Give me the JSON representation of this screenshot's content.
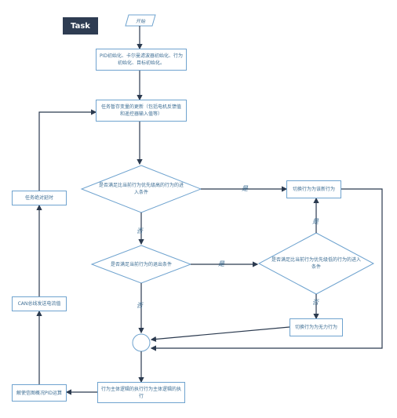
{
  "title": "Task",
  "nodes": {
    "start": "开始",
    "init": "PID初始化、卡尔曼滤波器初始化、行为初始化、目标初始化。",
    "update": "任务暂存变量的更新（包括电机反馈值和遥控器输入值等）",
    "decision_high": "是否满足比当前行为优先级高的行为的进入条件",
    "switch_high": "切换行为为该新行为",
    "decision_exit": "是否满足当前行为的退出条件",
    "decision_low": "是否满足比当前行为优先级低的行为的进入条件",
    "switch_idle": "切换行为为无力行为",
    "execute": "行为主体逻辑的执行行为主体逻辑的执行",
    "pid": "解使信图概况PID运算",
    "can": "CAN总线发送电流值",
    "delay": "任务绝对延时"
  },
  "edge_labels": {
    "yes_high": "是",
    "no_high": "否",
    "yes_exit": "是",
    "no_exit": "否",
    "yes_low": "是",
    "no_low": "否"
  },
  "colors": {
    "line": "#2b3a4f",
    "box_border": "#6fa3cf",
    "text": "#3f6f95",
    "badge": "#2e3c52"
  }
}
